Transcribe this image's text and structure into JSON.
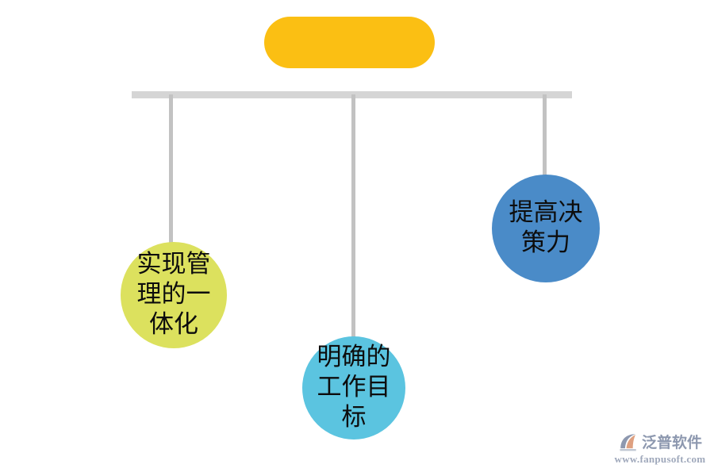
{
  "diagram": {
    "type": "hierarchy-tree",
    "header_node": {
      "label": "",
      "shape": "rounded-rectangle",
      "color": "#fbbf13"
    },
    "trunk": {
      "color": "#d5d5d5"
    },
    "connector_color": "#c2c2c2",
    "nodes": [
      {
        "id": "node-1",
        "label": "实现管理的一体化",
        "shape": "circle",
        "color": "#dce15e",
        "text_color": "#0d0d0d"
      },
      {
        "id": "node-2",
        "label": "明确的工作目标",
        "shape": "circle",
        "color": "#5bc4e0",
        "text_color": "#0d0d0d"
      },
      {
        "id": "node-3",
        "label": "提高决策力",
        "shape": "circle",
        "color": "#4a8bc8",
        "text_color": "#0d0d0d"
      }
    ]
  },
  "watermark": {
    "icon": "fanpu-logo-icon",
    "brand": "泛普软件",
    "url": "www.fanpusoft.com",
    "brand_color": "#8793ab",
    "accent_color": "#dd9b7a"
  }
}
